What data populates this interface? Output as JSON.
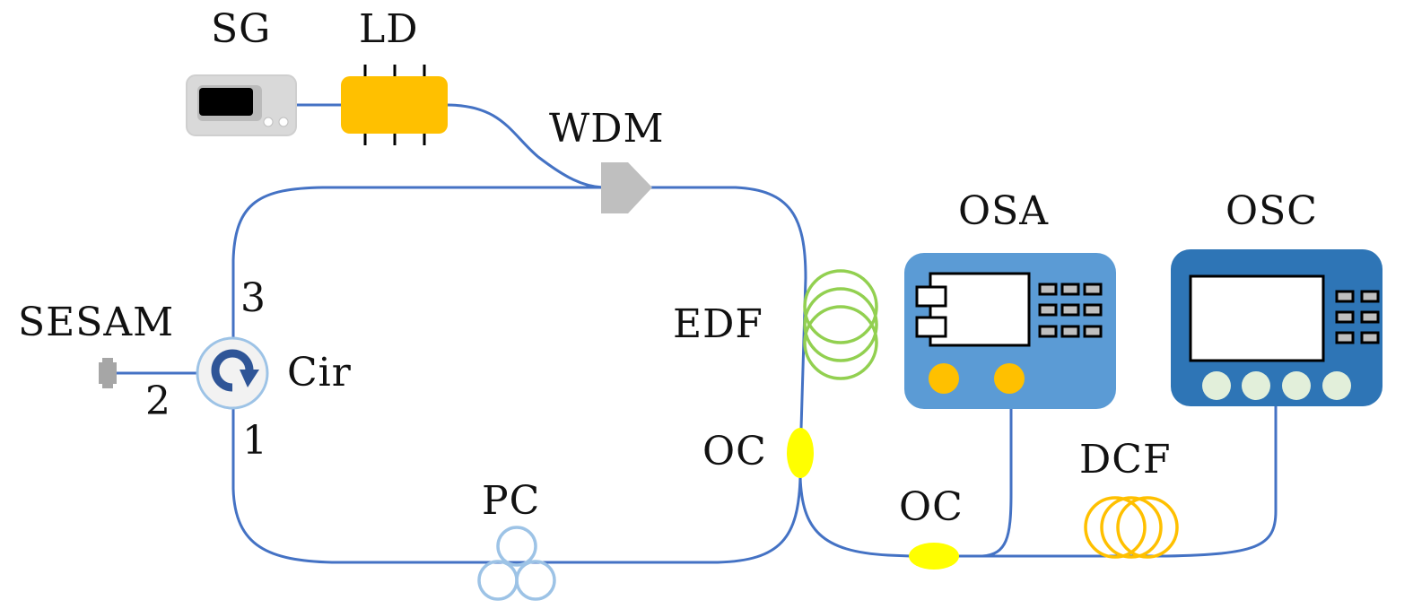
{
  "diagram": {
    "type": "fiber-laser-setup",
    "colors": {
      "fiber": "#4472c4",
      "sg_body": "#d9d9d9",
      "ld_body": "#ffc000",
      "wdm": "#bfbfbf",
      "edf_coil": "#92d050",
      "dcf_coil": "#ffc000",
      "coupler": "#ffff00",
      "pc_paddles": "#9dc3e6",
      "circulator": "#9dc3e6",
      "circulator_arrow": "#2f5597",
      "osa_body": "#5b9bd5",
      "osa_knobs": "#ffc000",
      "osc_body": "#2e75b6",
      "osc_knobs": "#e2efda",
      "buttons": "#bfbfbf"
    },
    "labels": {
      "sg": "SG",
      "ld": "LD",
      "wdm": "WDM",
      "sesam": "SESAM",
      "cir": "Cir",
      "port1": "1",
      "port2": "2",
      "port3": "3",
      "edf": "EDF",
      "oc1": "OC",
      "oc2": "OC",
      "pc": "PC",
      "osa": "OSA",
      "osc": "OSC",
      "dcf": "DCF"
    },
    "components": [
      {
        "id": "sg",
        "name": "Signal Generator"
      },
      {
        "id": "ld",
        "name": "Laser Diode"
      },
      {
        "id": "wdm",
        "name": "Wavelength Division Multiplexer"
      },
      {
        "id": "cir",
        "name": "Circulator"
      },
      {
        "id": "sesam",
        "name": "SESAM"
      },
      {
        "id": "edf",
        "name": "Erbium-Doped Fiber"
      },
      {
        "id": "oc1",
        "name": "Optical Coupler"
      },
      {
        "id": "pc",
        "name": "Polarization Controller"
      },
      {
        "id": "oc2",
        "name": "Optical Coupler"
      },
      {
        "id": "dcf",
        "name": "Dispersion Compensating Fiber"
      },
      {
        "id": "osa",
        "name": "Optical Spectrum Analyzer"
      },
      {
        "id": "osc",
        "name": "Oscilloscope"
      }
    ],
    "connections": [
      [
        "sg",
        "ld"
      ],
      [
        "ld",
        "wdm"
      ],
      [
        "wdm",
        "edf"
      ],
      [
        "edf",
        "oc1"
      ],
      [
        "oc1",
        "pc"
      ],
      [
        "pc",
        "cir:1"
      ],
      [
        "cir:2",
        "sesam"
      ],
      [
        "cir:3",
        "wdm"
      ],
      [
        "oc1",
        "oc2"
      ],
      [
        "oc2",
        "osa"
      ],
      [
        "oc2",
        "dcf"
      ],
      [
        "dcf",
        "osc"
      ]
    ]
  }
}
